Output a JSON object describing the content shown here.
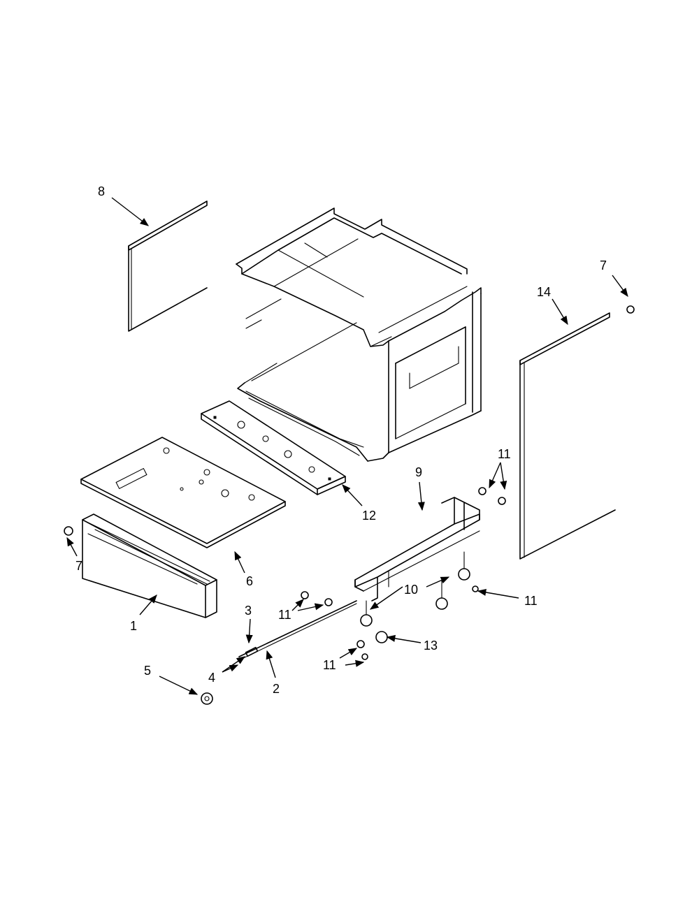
{
  "diagram": {
    "callouts": [
      {
        "id": "c8",
        "label": "8"
      },
      {
        "id": "c7a",
        "label": "7"
      },
      {
        "id": "c14",
        "label": "14"
      },
      {
        "id": "c11a",
        "label": "11"
      },
      {
        "id": "c9",
        "label": "9"
      },
      {
        "id": "c12",
        "label": "12"
      },
      {
        "id": "c7b",
        "label": "7"
      },
      {
        "id": "c6",
        "label": "6"
      },
      {
        "id": "c10",
        "label": "10"
      },
      {
        "id": "c11b",
        "label": "11"
      },
      {
        "id": "c11c",
        "label": "11"
      },
      {
        "id": "c1",
        "label": "1"
      },
      {
        "id": "c3",
        "label": "3"
      },
      {
        "id": "c13",
        "label": "13"
      },
      {
        "id": "c5",
        "label": "5"
      },
      {
        "id": "c4",
        "label": "4"
      },
      {
        "id": "c2",
        "label": "2"
      },
      {
        "id": "c11d",
        "label": "11"
      }
    ]
  }
}
